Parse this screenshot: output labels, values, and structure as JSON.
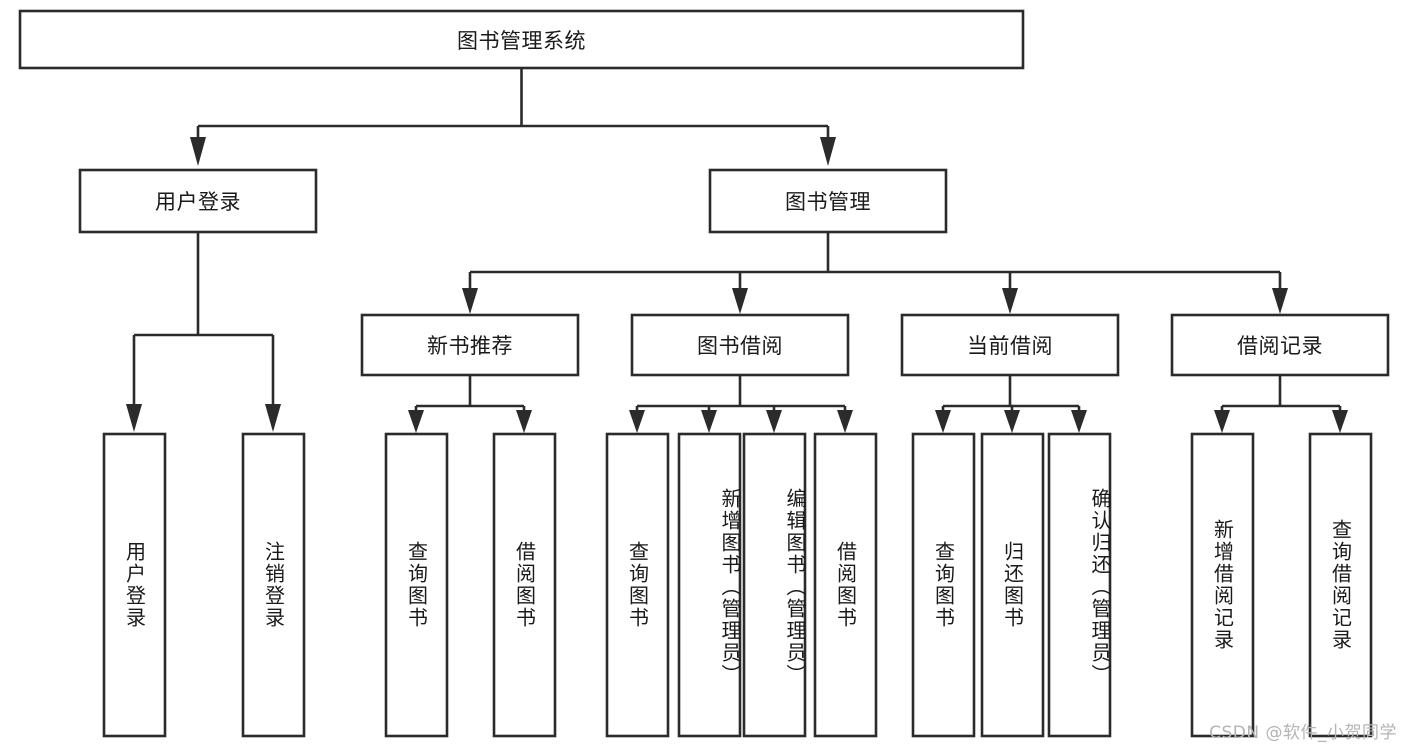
{
  "diagram": {
    "title": "图书管理系统",
    "type": "tree-hierarchy-diagram",
    "colors": {
      "box_stroke": "#2b2b2b",
      "box_fill": "#ffffff",
      "text": "#1a1a1a",
      "background": "#ffffff",
      "watermark": "#b4b4b4"
    },
    "root": {
      "label": "图书管理系统"
    },
    "level2": [
      {
        "label": "用户登录"
      },
      {
        "label": "图书管理"
      }
    ],
    "level3": [
      {
        "label": "新书推荐"
      },
      {
        "label": "图书借阅"
      },
      {
        "label": "当前借阅"
      },
      {
        "label": "借阅记录"
      }
    ],
    "leaves": {
      "user_login": [
        {
          "label": "用户登录"
        },
        {
          "label": "注销登录"
        }
      ],
      "new_book": [
        {
          "label": "查询图书"
        },
        {
          "label": "借阅图书"
        }
      ],
      "book_borrow": [
        {
          "label": "查询图书"
        },
        {
          "label": "新增图书（管理员）"
        },
        {
          "label": "编辑图书（管理员）"
        },
        {
          "label": "借阅图书"
        }
      ],
      "current_borrow": [
        {
          "label": "查询图书"
        },
        {
          "label": "归还图书"
        },
        {
          "label": "确认归还（管理员）"
        }
      ],
      "borrow_record": [
        {
          "label": "新增借阅记录"
        },
        {
          "label": "查询借阅记录"
        }
      ]
    }
  },
  "watermark": {
    "text": "CSDN @软件_小贺同学"
  }
}
